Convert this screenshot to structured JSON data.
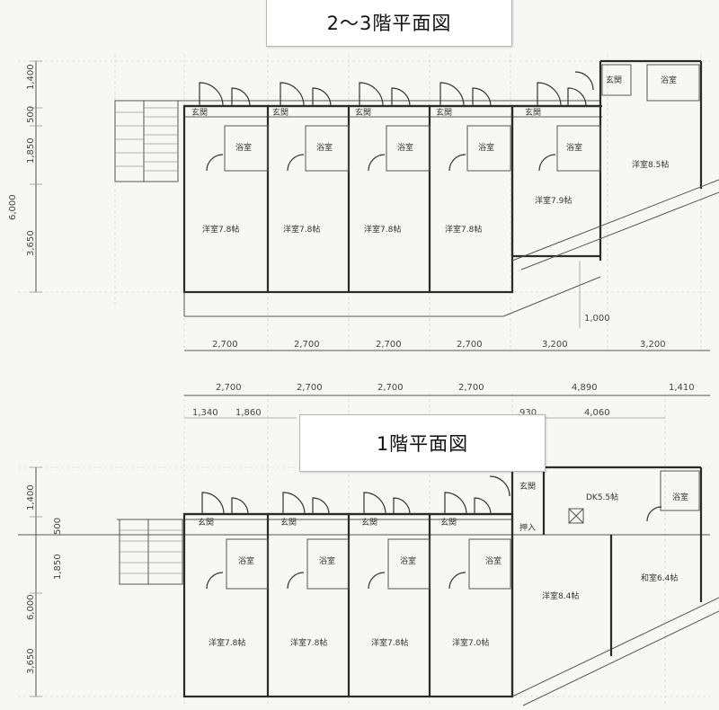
{
  "titles": {
    "upper": "2～3階平面図",
    "lower": "1階平面図"
  },
  "upper": {
    "rooms": [
      {
        "entrance": "玄関",
        "bath": "浴室",
        "main": "洋室7.8帖"
      },
      {
        "entrance": "玄関",
        "bath": "浴室",
        "main": "洋室7.8帖"
      },
      {
        "entrance": "玄関",
        "bath": "浴室",
        "main": "洋室7.8帖"
      },
      {
        "entrance": "玄関",
        "bath": "浴室",
        "main": "洋室7.8帖"
      },
      {
        "entrance": "玄関",
        "bath": "浴室",
        "main": "洋室7.9帖"
      }
    ],
    "end_unit": {
      "entrance": "玄関",
      "bath": "浴室",
      "main": "洋室8.5帖"
    },
    "vertical_dims": [
      "1,400",
      "500",
      "1,850",
      "6,000",
      "3,650"
    ],
    "bottom_dims": [
      "2,700",
      "2,700",
      "2,700",
      "2,700",
      "3,200",
      "3,200"
    ],
    "small_dim": "1,000"
  },
  "lower": {
    "top_dims": [
      "2,700",
      "2,700",
      "2,700",
      "2,700",
      "4,890",
      "1,410"
    ],
    "sub_dims": [
      "1,340",
      "1,860",
      "930",
      "4,060"
    ],
    "rooms": [
      {
        "entrance": "玄関",
        "bath": "浴室",
        "main": "洋室7.8帖"
      },
      {
        "entrance": "玄関",
        "bath": "浴室",
        "main": "洋室7.8帖"
      },
      {
        "entrance": "玄関",
        "bath": "浴室",
        "main": "洋室7.8帖"
      },
      {
        "entrance": "玄関",
        "bath": "浴室",
        "main": "洋室7.0帖"
      }
    ],
    "large_unit": {
      "entrance": "玄関",
      "storage": "押入",
      "dk": "DK5.5帖",
      "bath": "浴室",
      "west_room": "洋室8.4帖",
      "tatami_room": "和室6.4帖"
    },
    "vertical_dims": [
      "1,400",
      "500",
      "1,850",
      "6,000",
      "3,650"
    ]
  }
}
